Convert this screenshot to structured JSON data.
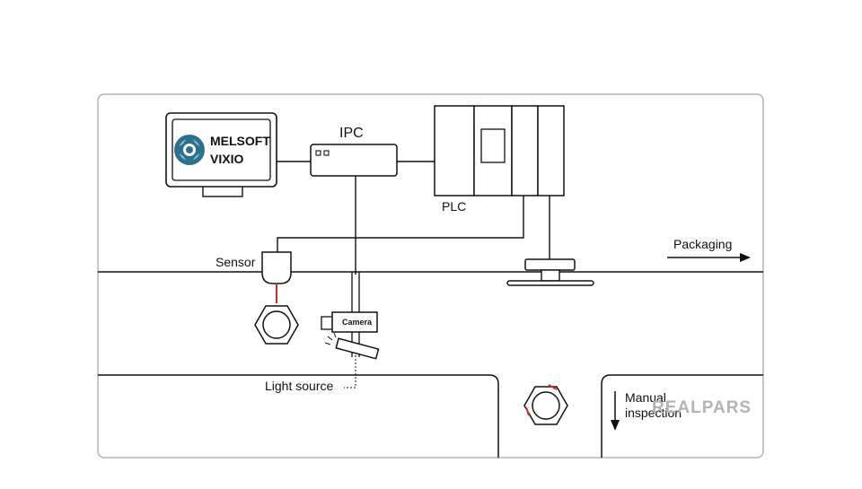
{
  "labels": {
    "ipc": "IPC",
    "plc": "PLC",
    "sensor": "Sensor",
    "camera": "Camera",
    "light_source": "Light source",
    "packaging": "Packaging",
    "manual_line1": "Manual",
    "manual_line2": "inspection"
  },
  "software": {
    "line1": "MELSOFT",
    "line2": "VIXIO"
  },
  "watermark": "REALPARS",
  "colors": {
    "outline": "#111111",
    "frame": "#b5b5b5",
    "sensor_beam": "#d42a2a",
    "logo_blue": "#2e6f8e",
    "logo_teal": "#8ec5d6",
    "watermark": "#b3b3b3"
  }
}
